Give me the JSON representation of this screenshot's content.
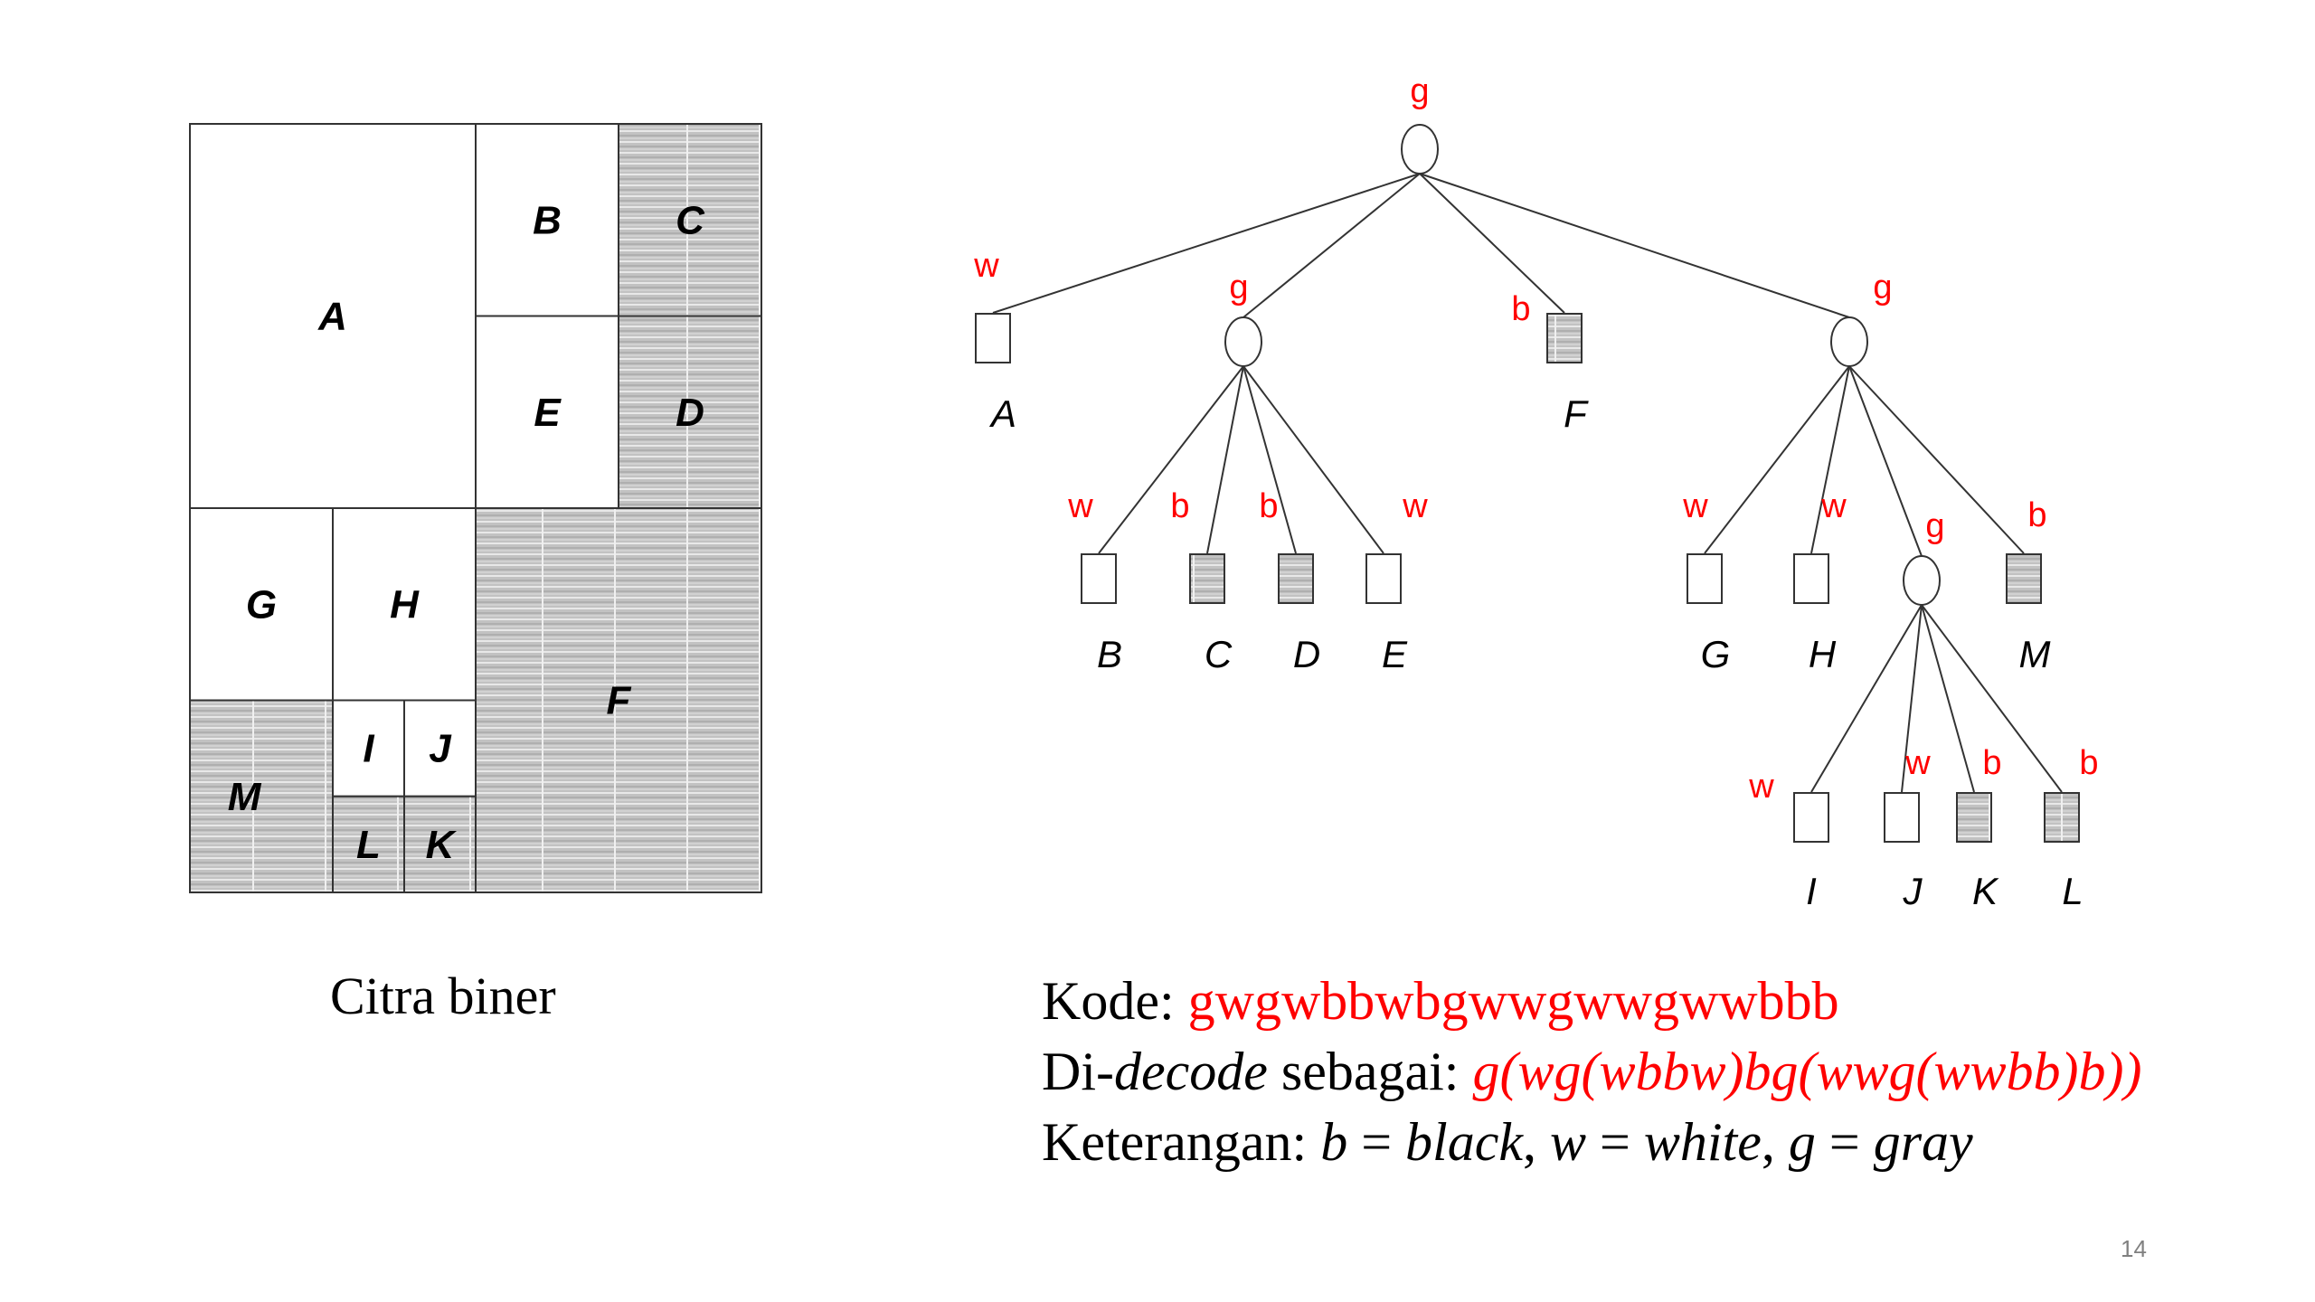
{
  "image": {
    "regions": [
      {
        "id": "A",
        "color": "w"
      },
      {
        "id": "B",
        "color": "w"
      },
      {
        "id": "C",
        "color": "b"
      },
      {
        "id": "D",
        "color": "b"
      },
      {
        "id": "E",
        "color": "w"
      },
      {
        "id": "F",
        "color": "b"
      },
      {
        "id": "G",
        "color": "w"
      },
      {
        "id": "H",
        "color": "w"
      },
      {
        "id": "I",
        "color": "w"
      },
      {
        "id": "J",
        "color": "w"
      },
      {
        "id": "L",
        "color": "b"
      },
      {
        "id": "K",
        "color": "b"
      },
      {
        "id": "M",
        "color": "b"
      }
    ],
    "caption": "Citra biner"
  },
  "tree": {
    "nodes": [
      {
        "id": "root",
        "type": "internal",
        "color": "g"
      },
      {
        "id": "A",
        "type": "leaf",
        "color": "w",
        "label": "A",
        "parent": "root"
      },
      {
        "id": "g1",
        "type": "internal",
        "color": "g",
        "parent": "root"
      },
      {
        "id": "F",
        "type": "leaf",
        "color": "b",
        "label": "F",
        "parent": "root"
      },
      {
        "id": "g2",
        "type": "internal",
        "color": "g",
        "parent": "root"
      },
      {
        "id": "B",
        "type": "leaf",
        "color": "w",
        "label": "B",
        "parent": "g1"
      },
      {
        "id": "C",
        "type": "leaf",
        "color": "b",
        "label": "C",
        "parent": "g1"
      },
      {
        "id": "D",
        "type": "leaf",
        "color": "b",
        "label": "D",
        "parent": "g1"
      },
      {
        "id": "E",
        "type": "leaf",
        "color": "w",
        "label": "E",
        "parent": "g1"
      },
      {
        "id": "G",
        "type": "leaf",
        "color": "w",
        "label": "G",
        "parent": "g2"
      },
      {
        "id": "H",
        "type": "leaf",
        "color": "w",
        "label": "H",
        "parent": "g2"
      },
      {
        "id": "g3",
        "type": "internal",
        "color": "g",
        "parent": "g2"
      },
      {
        "id": "M",
        "type": "leaf",
        "color": "b",
        "label": "M",
        "parent": "g2"
      },
      {
        "id": "I",
        "type": "leaf",
        "color": "w",
        "label": "I",
        "parent": "g3"
      },
      {
        "id": "J",
        "type": "leaf",
        "color": "w",
        "label": "J",
        "parent": "g3"
      },
      {
        "id": "K",
        "type": "leaf",
        "color": "b",
        "label": "K",
        "parent": "g3"
      },
      {
        "id": "L",
        "type": "leaf",
        "color": "b",
        "label": "L",
        "parent": "g3"
      }
    ]
  },
  "text": {
    "kode_label": "Kode: ",
    "kode_value": "gwgwbbwbgwwgwwgwwbbb",
    "decode_prefix": "Di-",
    "decode_word": "decode",
    "decode_suffix": " sebagai: ",
    "decode_value": "g(wg(wbbw)bg(wwg(wwbb)b))",
    "ket_label": "Keterangan: ",
    "ket_b": "b",
    "ket_b_eq": " = ",
    "ket_black": "black",
    "ket_sep1": ", ",
    "ket_w": "w",
    "ket_w_eq": " = ",
    "ket_white": "white",
    "ket_sep2": ", ",
    "ket_g": "g",
    "ket_g_eq": " = ",
    "ket_gray": "gray"
  },
  "slide_number": "14",
  "colors": {
    "accent": "#ff0000",
    "shade": "#bdbdbd",
    "line": "#333333"
  }
}
